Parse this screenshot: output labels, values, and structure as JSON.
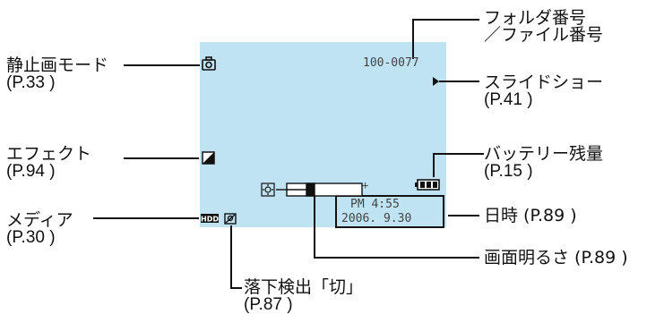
{
  "screen": {
    "folder_file": "100-0077",
    "time": "PM   4:55",
    "date": "2006.  9.30",
    "brightness_minus": "−",
    "brightness_plus": "+"
  },
  "callouts": {
    "still_mode": {
      "line1": "静止画モード",
      "line2": "(P.33 )"
    },
    "effect": {
      "line1": "エフェクト",
      "line2": "(P.94 )"
    },
    "media": {
      "line1": "メディア",
      "line2": "(P.30 )"
    },
    "folder": {
      "line1": "フォルダ番号",
      "line2": "／ファイル番号"
    },
    "slideshow": {
      "line1": "スライドショー",
      "line2": "(P.41 )"
    },
    "battery": {
      "line1": "バッテリー残量",
      "line2": "(P.15 )"
    },
    "datetime": {
      "line1": "日時 (P.89 )"
    },
    "brightness": {
      "line1": "画面明るさ (P.89 )"
    },
    "drop_detect": {
      "line1": "落下検出「切」",
      "line2": "(P.87 )"
    }
  },
  "icons": [
    "camera-icon",
    "effect-icon",
    "hdd-icon",
    "drop-detect-off-icon",
    "play-triangle-icon",
    "battery-icon",
    "brightness-sun-icon"
  ],
  "colors": {
    "screen_bg": "#bfe3f2",
    "lines": "#111111"
  }
}
